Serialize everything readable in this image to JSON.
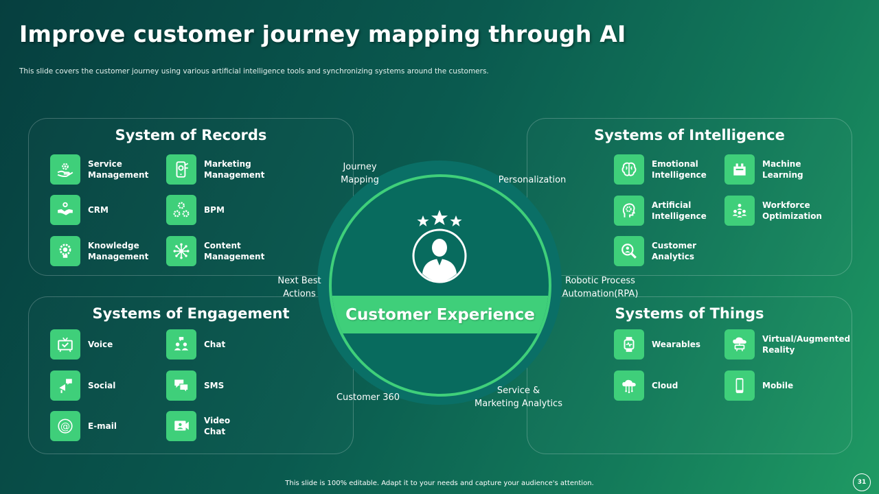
{
  "slide": {
    "title": "Improve customer journey mapping through AI",
    "subtitle": "This slide covers the customer journey using various artificial intelligence tools and synchronizing systems around the customers.",
    "footer": "This slide is 100% editable. Adapt it to your needs and capture your audience's attention.",
    "page_number": "31"
  },
  "colors": {
    "accent": "#3fcf7a",
    "background": "#0a5a4f",
    "center_circle": "#086b5e"
  },
  "center": {
    "label": "Customer Experience",
    "icons": [
      "star-icon",
      "person-icon"
    ]
  },
  "orbit_labels": {
    "journey": "Journey\nMapping",
    "personalization": "Personalization",
    "next_best": "Next Best\nActions",
    "rpa": "Robotic Process\nAutomation(RPA)",
    "customer360": "Customer 360",
    "service": "Service &\nMarketing Analytics"
  },
  "panels": {
    "records": {
      "title": "System of  Records",
      "items": [
        {
          "label": "Service\nManagement",
          "icon": "hand-gear-icon"
        },
        {
          "label": "Marketing\nManagement",
          "icon": "phone-gear-icon"
        },
        {
          "label": "CRM",
          "icon": "handshake-icon"
        },
        {
          "label": "BPM",
          "icon": "gears-icon"
        },
        {
          "label": "Knowledge\nManagement",
          "icon": "bulb-gear-icon"
        },
        {
          "label": "Content\nManagement",
          "icon": "network-icon"
        }
      ]
    },
    "intelligence": {
      "title": "Systems of Intelligence",
      "items": [
        {
          "label": "Emotional\nIntelligence",
          "icon": "brain-icon"
        },
        {
          "label": "Machine\nLearning",
          "icon": "machine-icon"
        },
        {
          "label": "Artificial\nIntelligence",
          "icon": "ai-head-icon"
        },
        {
          "label": "Workforce\nOptimization",
          "icon": "team-icon"
        },
        {
          "label": "Customer\nAnalytics",
          "icon": "magnifier-person-icon"
        }
      ]
    },
    "engagement": {
      "title": "Systems of Engagement",
      "items": [
        {
          "label": "Voice",
          "icon": "tv-voice-icon"
        },
        {
          "label": "Chat",
          "icon": "chat-people-icon"
        },
        {
          "label": "Social",
          "icon": "megaphone-icon"
        },
        {
          "label": "SMS",
          "icon": "sms-icon"
        },
        {
          "label": "E-mail",
          "icon": "at-icon"
        },
        {
          "label": "Video\nChat",
          "icon": "video-chat-icon"
        }
      ]
    },
    "things": {
      "title": "Systems of Things",
      "items": [
        {
          "label": "Wearables",
          "icon": "watch-icon"
        },
        {
          "label": "Virtual/Augmented\nReality",
          "icon": "cloud-vr-icon"
        },
        {
          "label": "Cloud",
          "icon": "cloud-icon"
        },
        {
          "label": "Mobile",
          "icon": "mobile-icon"
        }
      ]
    }
  }
}
